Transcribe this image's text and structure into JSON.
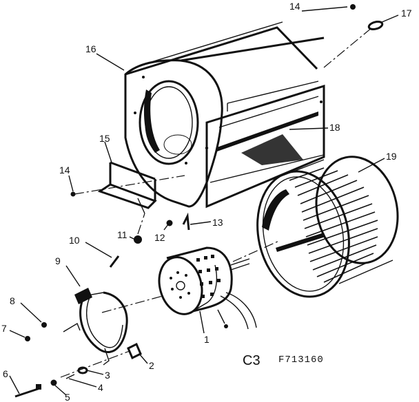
{
  "diagram": {
    "section_label": "C3",
    "figure_code": "F713160",
    "callouts": [
      "1",
      "2",
      "3",
      "4",
      "5",
      "6",
      "7",
      "8",
      "9",
      "10",
      "11",
      "12",
      "13",
      "14",
      "14",
      "15",
      "16",
      "17",
      "18",
      "19"
    ]
  }
}
